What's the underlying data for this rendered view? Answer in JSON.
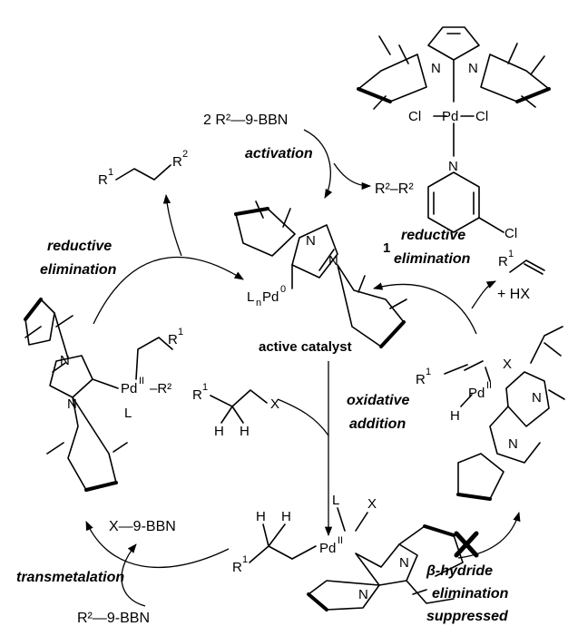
{
  "labels": {
    "activation": "activation",
    "reductive_elim_left_1": "reductive",
    "reductive_elim_left_2": "elimination",
    "reductive_elim_right_1": "reductive",
    "reductive_elim_right_2": "elimination",
    "oxidative_1": "oxidative",
    "oxidative_2": "addition",
    "transmetalation": "transmetalation",
    "beta_1": "β-hydride",
    "beta_2": "elimination",
    "beta_3": "suppressed",
    "active_catalyst": "active catalyst",
    "compound_number": "1"
  },
  "species": {
    "reagent_top": "2  R²—9-BBN",
    "byproduct_top": "R²–R²",
    "hx": "+ HX",
    "boron_out": "X—9-BBN",
    "boron_in": "R²—9-BBN"
  },
  "atoms": {
    "N": "N",
    "Cl": "Cl",
    "Pd": "Pd",
    "L": "L",
    "X": "X",
    "H": "H",
    "R": "R",
    "n": "n",
    "zero": "0",
    "II": "II",
    "one": "1",
    "two": "2",
    "minus_R2": "–R²"
  }
}
